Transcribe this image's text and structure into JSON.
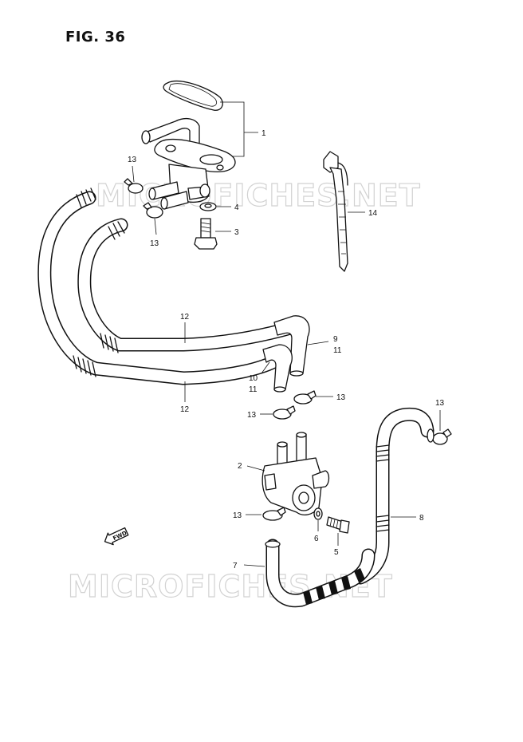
{
  "figure": {
    "title": "FIG. 36"
  },
  "watermark": {
    "text": "MICROFICHES.NET"
  },
  "fwd_marker": {
    "label": "FWD"
  },
  "callouts": {
    "c1": "1",
    "c2": "2",
    "c3": "3",
    "c4": "4",
    "c5": "5",
    "c6": "6",
    "c7": "7",
    "c8": "8",
    "c9": "9",
    "c10": "10",
    "c11a": "11",
    "c11b": "11",
    "c12a": "12",
    "c12b": "12",
    "c13a": "13",
    "c13b": "13",
    "c13c": "13",
    "c13d": "13",
    "c13e": "13",
    "c13f": "13",
    "c14": "14"
  }
}
